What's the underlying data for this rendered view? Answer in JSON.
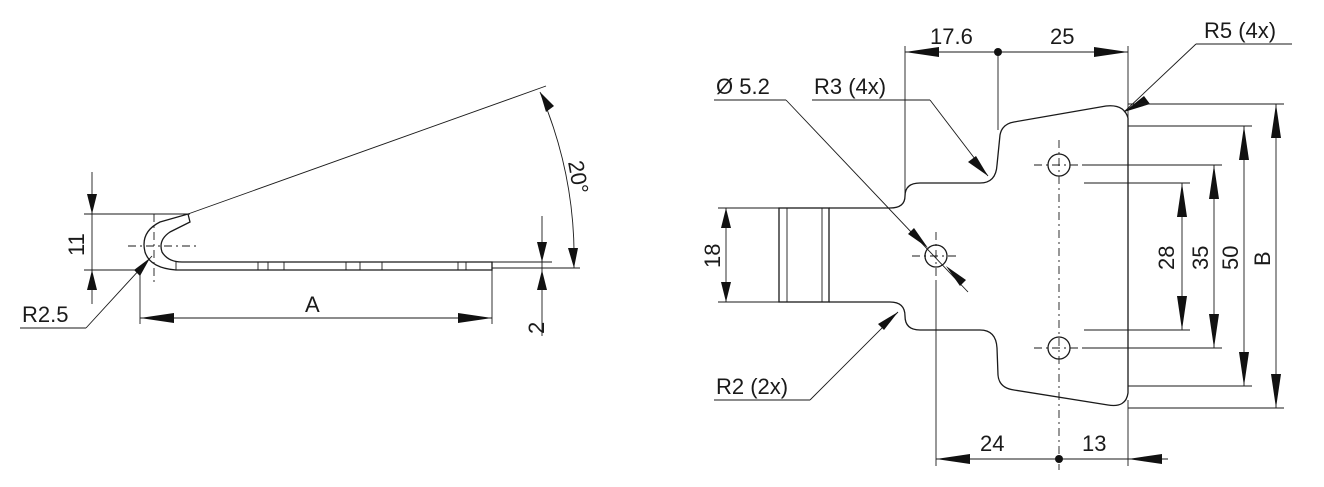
{
  "side_view": {
    "dim_thickness": "2",
    "dim_height": "11",
    "dim_length": "A",
    "dim_bend_radius": "R2.5",
    "dim_angle": "20°"
  },
  "top_view": {
    "dim_hole_diameter": "Ø 5.2",
    "dim_r3": "R3 (4x)",
    "dim_176": "17.6",
    "dim_25": "25",
    "dim_r5": "R5 (4x)",
    "dim_18": "18",
    "dim_28": "28",
    "dim_35": "35",
    "dim_50": "50",
    "dim_b": "B",
    "dim_r2": "R2 (2x)",
    "dim_24": "24",
    "dim_13": "13"
  }
}
